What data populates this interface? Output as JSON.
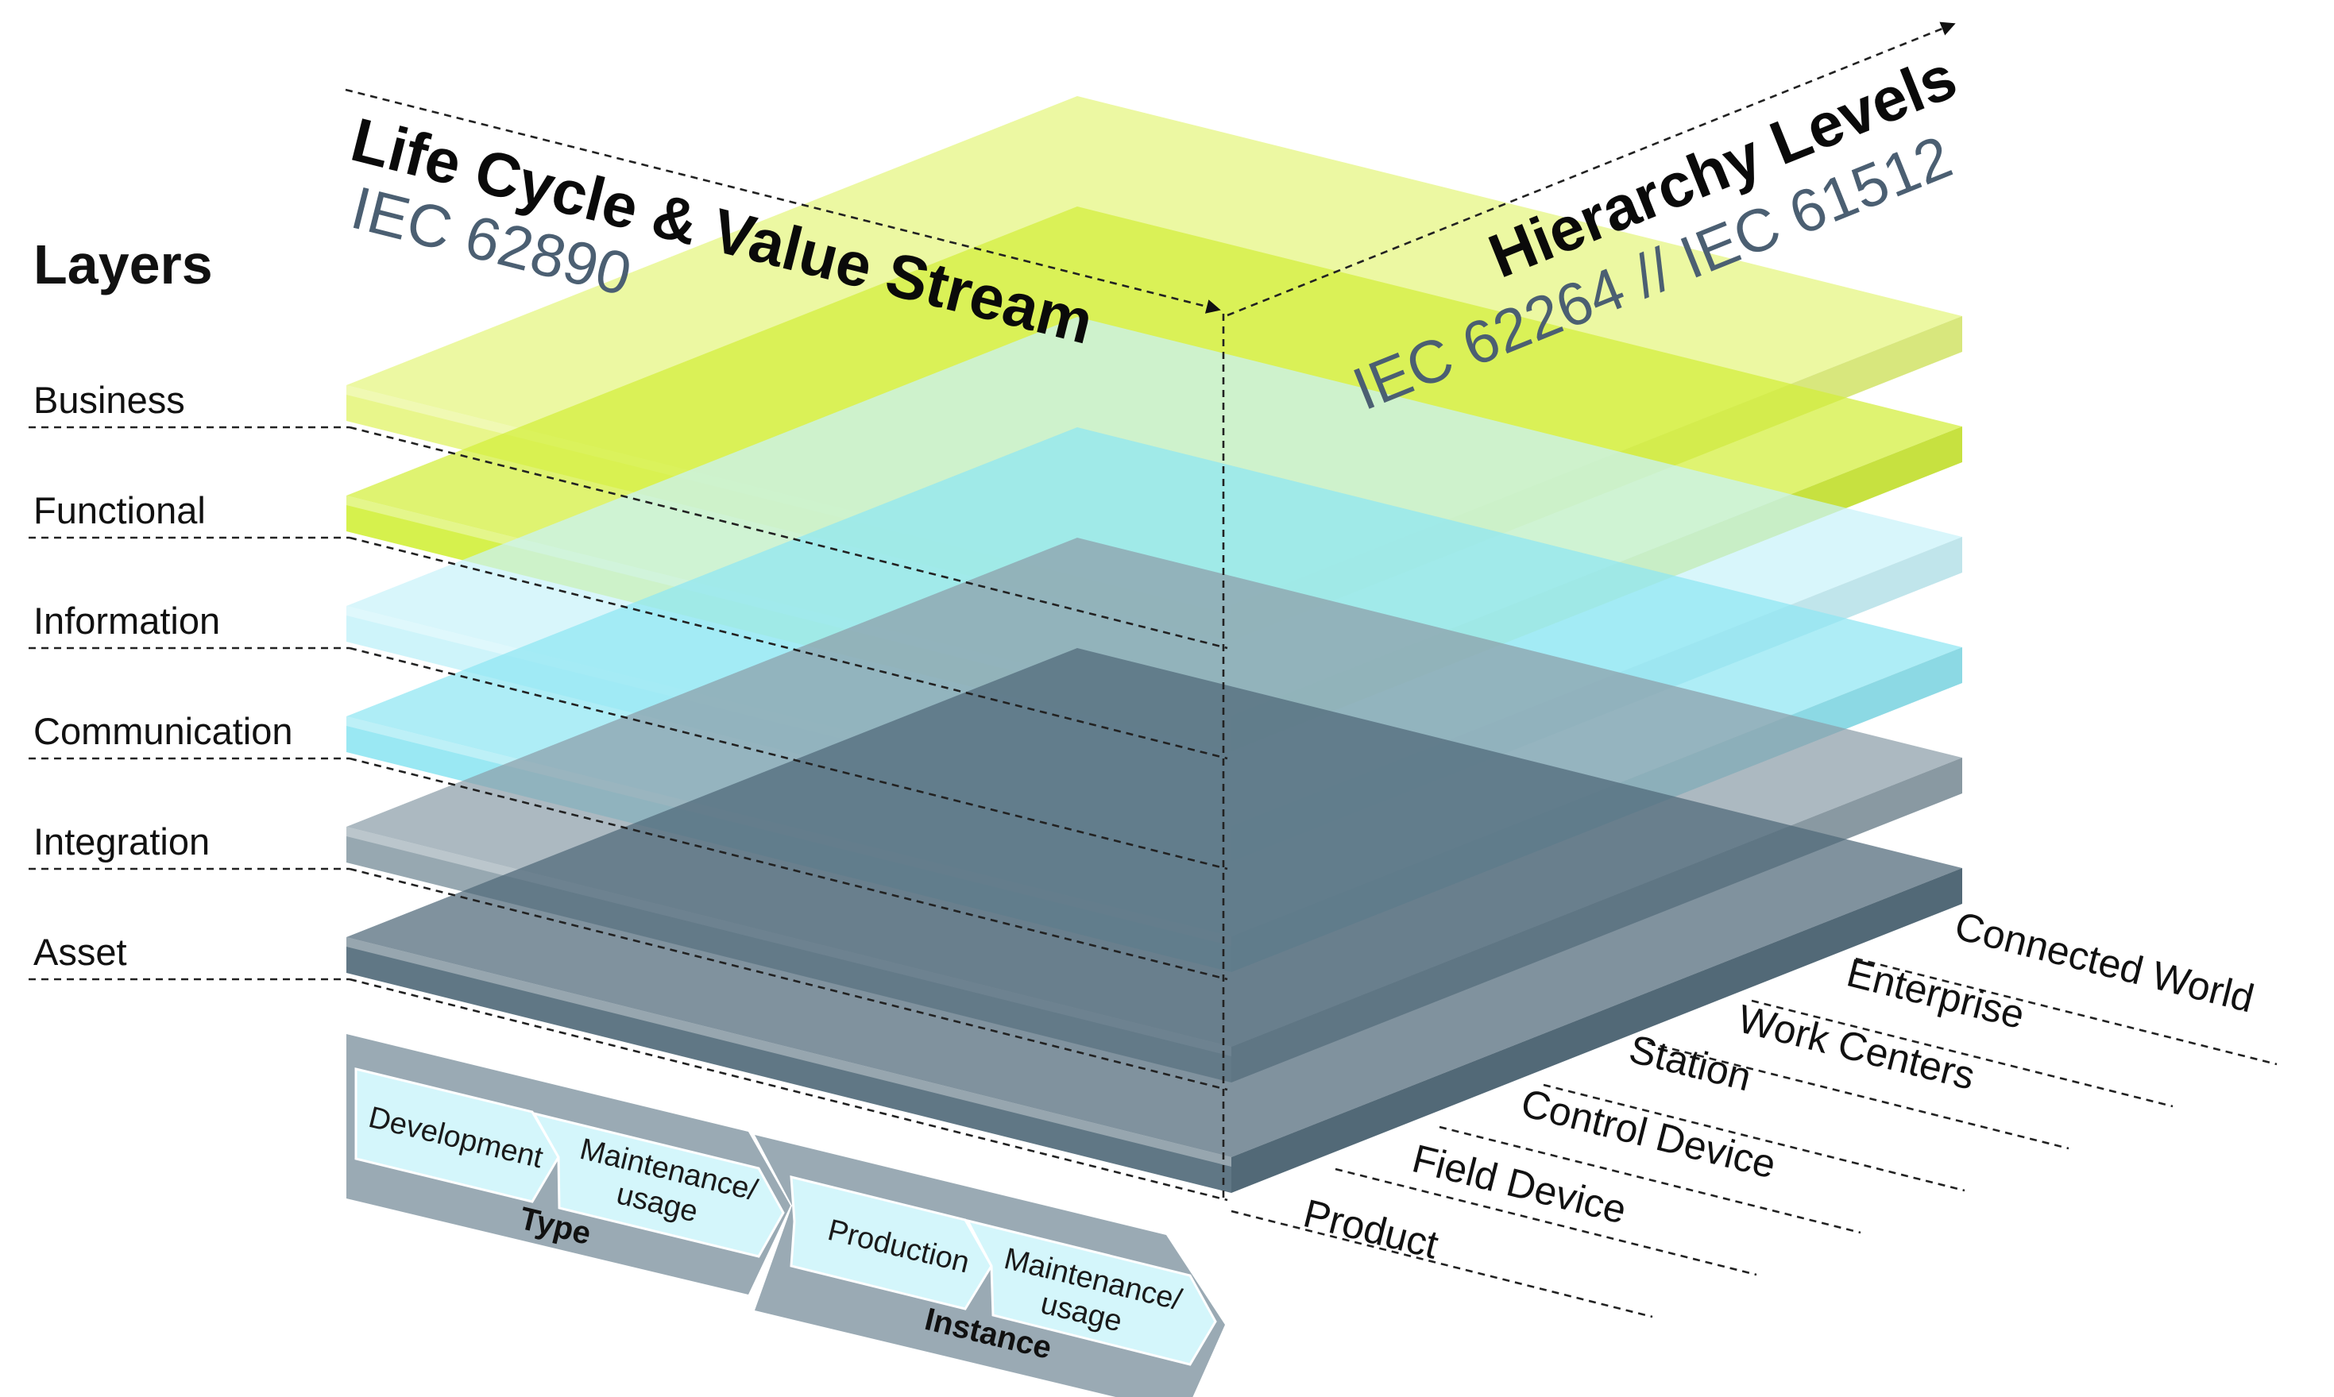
{
  "heading": "Layers",
  "layers": [
    {
      "label": "Business",
      "color": "#e5f57e"
    },
    {
      "label": "Functional",
      "color": "#d2ef3a"
    },
    {
      "label": "Information",
      "color": "#c9f3fa"
    },
    {
      "label": "Communication",
      "color": "#8fe6f2"
    },
    {
      "label": "Integration",
      "color": "#8c9ea9"
    },
    {
      "label": "Asset",
      "color": "#4f6878"
    }
  ],
  "life_cycle_axis": {
    "title": "Life Cycle & Value Stream",
    "standard": "IEC 62890"
  },
  "hierarchy_axis": {
    "title": "Hierarchy Levels",
    "standard": "IEC 62264 // IEC 61512",
    "levels": [
      "Product",
      "Field Device",
      "Control Device",
      "Station",
      "Work Centers",
      "Enterprise",
      "Connected World"
    ]
  },
  "life_cycle_bar": {
    "groups": [
      {
        "label": "Type",
        "phases": [
          {
            "label": "Development",
            "lines": [
              "Development"
            ]
          },
          {
            "label": "Maintenance/ usage",
            "lines": [
              "Maintenance/",
              "usage"
            ]
          }
        ]
      },
      {
        "label": "Instance",
        "phases": [
          {
            "label": "Production",
            "lines": [
              "Production"
            ]
          },
          {
            "label": "Maintenance/ usage",
            "lines": [
              "Maintenance/",
              "usage"
            ]
          }
        ]
      }
    ],
    "band_color": "#9aaab4",
    "phase_color": "#d4f6fb"
  }
}
